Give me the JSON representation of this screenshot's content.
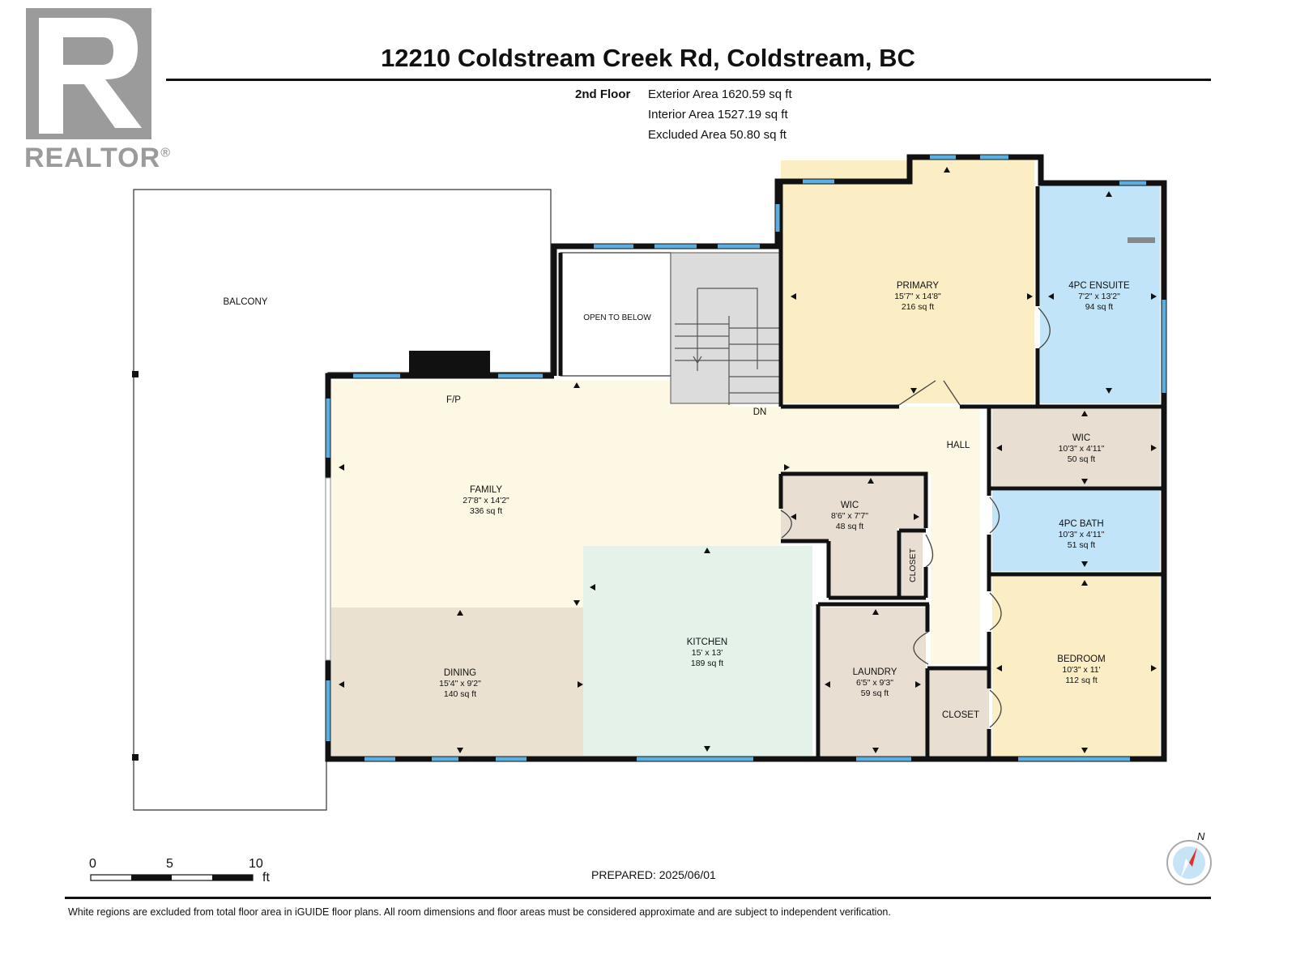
{
  "brand": {
    "logo_text": "REALTOR",
    "logo_registered": "®",
    "color": "#9b9b9b"
  },
  "header": {
    "title": "12210 Coldstream Creek Rd, Coldstream, BC"
  },
  "areas": {
    "floor": "2nd Floor",
    "exterior": "Exterior Area 1620.59 sq ft",
    "interior": "Interior Area 1527.19 sq ft",
    "excluded": "Excluded Area 50.80 sq ft"
  },
  "rooms": {
    "balcony": {
      "name": "BALCONY"
    },
    "open_to_below": {
      "name": "OPEN TO BELOW"
    },
    "primary": {
      "name": "PRIMARY",
      "dims": "15'7\" x 14'8\"",
      "area": "216 sq ft"
    },
    "ensuite": {
      "name": "4PC ENSUITE",
      "dims": "7'2\" x 13'2\"",
      "area": "94 sq ft"
    },
    "family": {
      "name": "FAMILY",
      "dims": "27'8\" x 14'2\"",
      "area": "336 sq ft"
    },
    "fireplace": {
      "name": "F/P"
    },
    "stairs": {
      "name": "DN"
    },
    "hall": {
      "name": "HALL"
    },
    "wic_upper": {
      "name": "WIC",
      "dims": "10'3\" x 4'11\"",
      "area": "50 sq ft"
    },
    "wic_center": {
      "name": "WIC",
      "dims": "8'6\" x 7'7\"",
      "area": "48 sq ft"
    },
    "bath": {
      "name": "4PC BATH",
      "dims": "10'3\" x 4'11\"",
      "area": "51 sq ft"
    },
    "closet_small": {
      "name": "CLOSET"
    },
    "kitchen": {
      "name": "KITCHEN",
      "dims": "15' x 13'",
      "area": "189 sq ft"
    },
    "dining": {
      "name": "DINING",
      "dims": "15'4\" x 9'2\"",
      "area": "140 sq ft"
    },
    "laundry": {
      "name": "LAUNDRY",
      "dims": "6'5\" x 9'3\"",
      "area": "59 sq ft"
    },
    "closet_lower": {
      "name": "CLOSET"
    },
    "bedroom": {
      "name": "BEDROOM",
      "dims": "10'3\" x 11'",
      "area": "112 sq ft"
    }
  },
  "scale": {
    "t0": "0",
    "t5": "5",
    "t10": "10",
    "unit": "ft"
  },
  "compass": {
    "north": "N"
  },
  "footer": {
    "prepared": "PREPARED: 2025/06/01",
    "disclaimer": "White regions are excluded from total floor area in iGUIDE floor plans. All room dimensions and floor areas must be considered approximate and are subject to independent verification."
  },
  "colors": {
    "primary": "#fbeec4",
    "ensuite": "#c2e4f8",
    "family": "#fdf8e3",
    "hall": "#fdf8e3",
    "kitchen": "#e4f2ea",
    "dining": "#ebe1d0",
    "wic": "#e8dfd2",
    "bath": "#c2e4f8",
    "bedroom": "#fbeec4",
    "laundry": "#e8dfd2",
    "closet": "#e8dfd2",
    "stairs": "#dcdcdc",
    "wall": "#111111",
    "window": "#5aaee0"
  }
}
